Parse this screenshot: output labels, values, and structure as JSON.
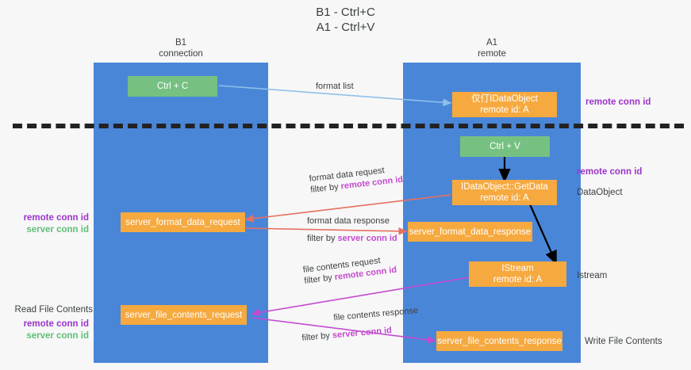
{
  "title": {
    "line1": "B1 - Ctrl+C",
    "line2": "A1 - Ctrl+V"
  },
  "columns": {
    "left": {
      "name": "B1",
      "role": "connection"
    },
    "right": {
      "name": "A1",
      "role": "remote"
    }
  },
  "nodes": {
    "ctrl_c": {
      "line1": "Ctrl + C",
      "line2": ""
    },
    "idataobject_remote": {
      "line1": "仅仃IDataObject",
      "line2": "remote id: A"
    },
    "ctrl_v": {
      "line1": "Ctrl + V",
      "line2": ""
    },
    "getdata": {
      "line1": "IDataObject::GetData",
      "line2": "remote id: A"
    },
    "server_format_data_request": {
      "line1": "server_format_data_request",
      "line2": ""
    },
    "server_format_data_response": {
      "line1": "server_format_data_response",
      "line2": ""
    },
    "istream": {
      "line1": "IStream",
      "line2": "remote id: A"
    },
    "server_file_contents_request": {
      "line1": "server_file_contents_request",
      "line2": ""
    },
    "server_file_contents_response": {
      "line1": "server_file_contents_response",
      "line2": ""
    }
  },
  "annotations": {
    "format_list": "format list",
    "format_data_request": {
      "line1": "format data request",
      "prefix": "filter by ",
      "key": "remote conn id"
    },
    "format_data_response": {
      "line1": "format data response",
      "prefix": "filter by ",
      "key": "server conn id"
    },
    "file_contents_request": {
      "line1": "file contents request",
      "prefix": "filter by ",
      "key": "remote conn id"
    },
    "file_contents_response": {
      "line1": "file contents response",
      "prefix": "filter by ",
      "key": "server conn id"
    }
  },
  "side_labels": {
    "right_top_conn": "remote conn id",
    "right_getdata_conn": "remote conn id",
    "dataobject": "DataObject",
    "istream": "Istream",
    "write_file": "Write File Contents",
    "left_mid_remote": "remote conn id",
    "left_mid_server": "server conn id",
    "read_file": "Read File Contents",
    "left_bot_remote": "remote conn id",
    "left_bot_server": "server conn id"
  },
  "colors": {
    "lane": "#4a86d8",
    "orange": "#f6a93f",
    "green": "#76c181",
    "purple": "#9b34c9",
    "green_text": "#5fbf76",
    "magenta": "#c44ad0",
    "red_arrow": "#e8705f",
    "blue_arrow": "#8fc0ea",
    "black_arrow": "#000000",
    "background": "#f7f7f7"
  }
}
